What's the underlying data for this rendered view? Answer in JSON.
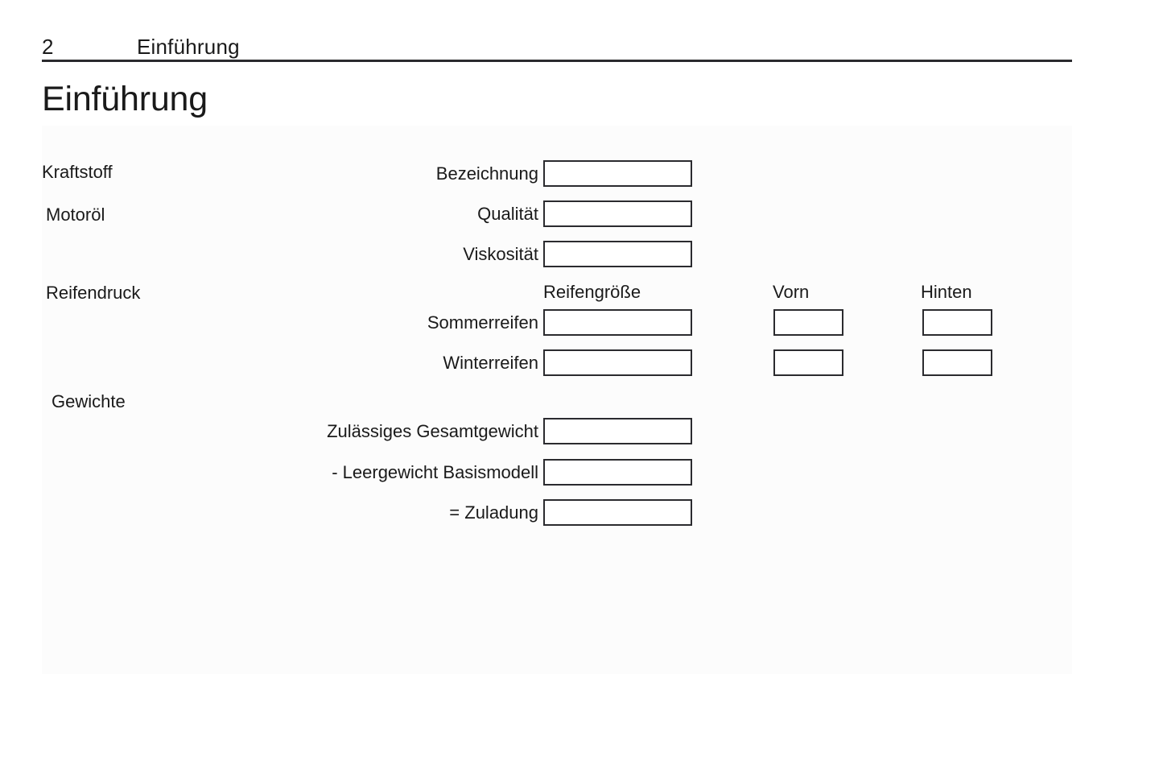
{
  "header": {
    "page_number": "2",
    "chapter": "Einführung"
  },
  "title": "Einführung",
  "sections": [
    {
      "name": "kraftstoff",
      "label": "Kraftstoff"
    },
    {
      "name": "motoroel",
      "label": "Motoröl"
    },
    {
      "name": "reifendruck",
      "label": "Reifendruck"
    },
    {
      "name": "gewichte",
      "label": "Gewichte"
    }
  ],
  "column_headers": {
    "reifengroesse": "Reifengröße",
    "vorn": "Vorn",
    "hinten": "Hinten"
  },
  "fields": [
    {
      "name": "bezeichnung",
      "label": "Bezeichnung",
      "value": ""
    },
    {
      "name": "qualitaet",
      "label": "Qualität",
      "value": ""
    },
    {
      "name": "viskositaet",
      "label": "Viskosität",
      "value": ""
    },
    {
      "name": "sommerreifen",
      "label": "Sommerreifen",
      "value": ""
    },
    {
      "name": "winterreifen",
      "label": "Winterreifen",
      "value": ""
    },
    {
      "name": "zulaessiges-gesamtgewicht",
      "label": "Zulässiges Gesamtgewicht",
      "value": ""
    },
    {
      "name": "leergewicht-basismodell",
      "label": "- Leergewicht Basismodell",
      "value": ""
    },
    {
      "name": "zuladung",
      "label": "= Zuladung",
      "value": ""
    }
  ],
  "tire_cells": [
    {
      "name": "sommerreifen-vorn",
      "value": ""
    },
    {
      "name": "sommerreifen-hinten",
      "value": ""
    },
    {
      "name": "winterreifen-vorn",
      "value": ""
    },
    {
      "name": "winterreifen-hinten",
      "value": ""
    }
  ],
  "colors": {
    "text": "#1a1a1a",
    "rule": "#2a2a2e",
    "box_border": "#2b2b2f",
    "panel_background": "#fcfcfc",
    "page_background": "#ffffff"
  }
}
